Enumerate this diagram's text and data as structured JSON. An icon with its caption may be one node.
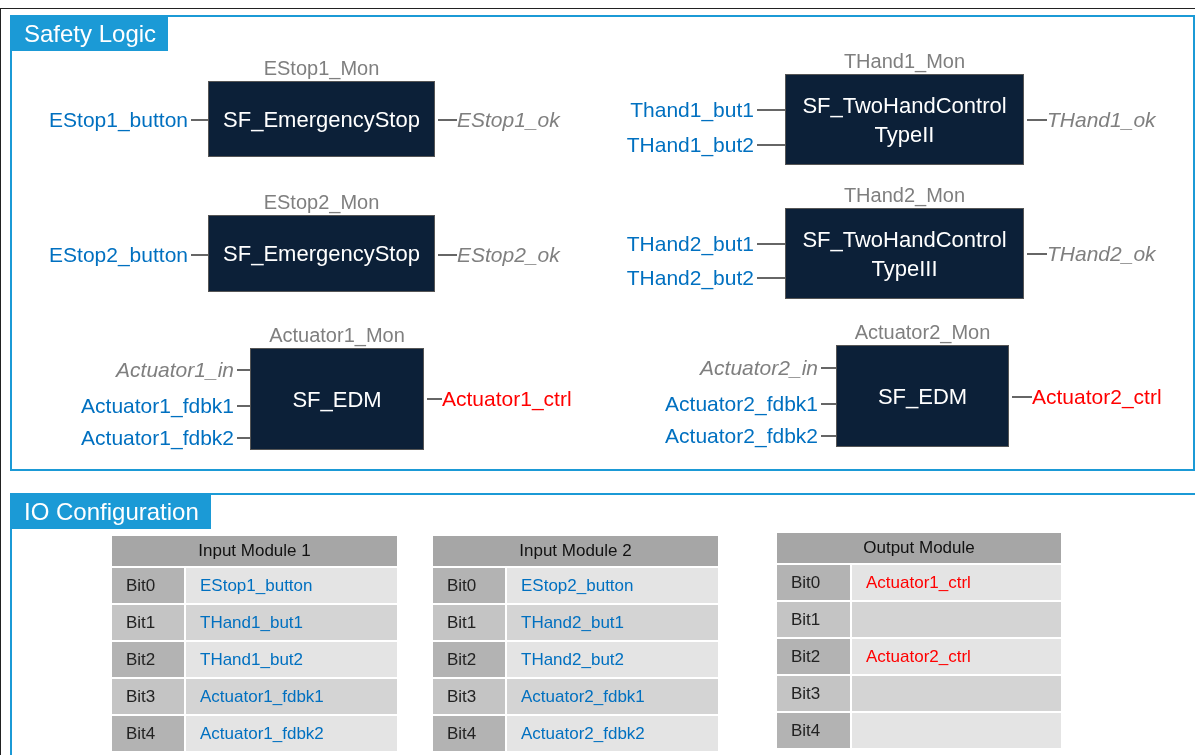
{
  "diagram": {
    "nodes": [
      {
        "text": [
          "Safety Logic"
        ]
      },
      {
        "text": [
          "EStop1_button"
        ],
        "in": 0
      },
      {
        "text": [
          "EStop1_Mon",
          "SF_EmergencyStop"
        ],
        "in": 0
      },
      {
        "text": [
          "EStop1_ok"
        ],
        "in": 0
      },
      {
        "text": [
          "Thand1_but1"
        ],
        "in": 0
      },
      {
        "text": [
          "THand1_but2"
        ],
        "in": 0
      },
      {
        "text": [
          "THand1_Mon",
          "SF_TwoHandControl TypeII"
        ],
        "in": 0
      },
      {
        "text": [
          "THand1_ok"
        ],
        "in": 0
      },
      {
        "text": [
          "EStop2_button"
        ],
        "in": 0
      },
      {
        "text": [
          "EStop2_Mon",
          "SF_EmergencyStop"
        ],
        "in": 0
      },
      {
        "text": [
          "EStop2_ok"
        ],
        "in": 0
      },
      {
        "text": [
          "THand2_but1"
        ],
        "in": 0
      },
      {
        "text": [
          "THand2_but2"
        ],
        "in": 0
      },
      {
        "text": [
          "THand2_Mon",
          "SF_TwoHandControl TypeIII"
        ],
        "in": 0
      },
      {
        "text": [
          "THand2_ok"
        ],
        "in": 0
      },
      {
        "text": [
          "Actuator1_in"
        ],
        "in": 0
      },
      {
        "text": [
          "Actuator1_fdbk1"
        ],
        "in": 0
      },
      {
        "text": [
          "Actuator1_fdbk2"
        ],
        "in": 0
      },
      {
        "text": [
          "Actuator1_Mon",
          "SF_EDM"
        ],
        "in": 0
      },
      {
        "text": [
          "Actuator1_ctrl"
        ],
        "in": 0
      },
      {
        "text": [
          "Actuator2_in"
        ],
        "in": 0
      },
      {
        "text": [
          "Actuator2_fdbk1"
        ],
        "in": 0
      },
      {
        "text": [
          "Actuator2_fdbk2"
        ],
        "in": 0
      },
      {
        "text": [
          "Actuator2_Mon",
          "SF_EDM"
        ],
        "in": 0
      },
      {
        "text": [
          "Actuator2_ctrl"
        ],
        "in": 0
      },
      {
        "text": [
          "IO Configuration"
        ]
      }
    ],
    "edges": [
      {
        "from": 1,
        "to": 2,
        "arrow": "none"
      },
      {
        "from": 2,
        "to": 3,
        "arrow": "none"
      },
      {
        "from": 4,
        "to": 6,
        "arrow": "none"
      },
      {
        "from": 5,
        "to": 6,
        "arrow": "none"
      },
      {
        "from": 6,
        "to": 7,
        "arrow": "none"
      },
      {
        "from": 8,
        "to": 9,
        "arrow": "none"
      },
      {
        "from": 9,
        "to": 10,
        "arrow": "none"
      },
      {
        "from": 11,
        "to": 13,
        "arrow": "none"
      },
      {
        "from": 12,
        "to": 13,
        "arrow": "none"
      },
      {
        "from": 13,
        "to": 14,
        "arrow": "none"
      },
      {
        "from": 15,
        "to": 18,
        "arrow": "none"
      },
      {
        "from": 16,
        "to": 18,
        "arrow": "none"
      },
      {
        "from": 17,
        "to": 18,
        "arrow": "none"
      },
      {
        "from": 18,
        "to": 19,
        "arrow": "none"
      },
      {
        "from": 20,
        "to": 23,
        "arrow": "none"
      },
      {
        "from": 21,
        "to": 23,
        "arrow": "none"
      },
      {
        "from": 22,
        "to": 23,
        "arrow": "none"
      },
      {
        "from": 23,
        "to": 24,
        "arrow": "none"
      }
    ],
    "labels": [
      "Input Module 1",
      "Bit0",
      "EStop1_button",
      "Bit1",
      "THand1_but1",
      "Bit2",
      "THand1_but2",
      "Bit3",
      "Actuator1_fdbk1",
      "Bit4",
      "Actuator1_fdbk2",
      "Input Module 2",
      "Bit0",
      "EStop2_button",
      "Bit1",
      "THand2_but1",
      "Bit2",
      "THand2_but2",
      "Bit3",
      "Actuator2_fdbk1",
      "Bit4",
      "Actuator2_fdbk2",
      "Output Module",
      "Bit0",
      "Actuator1_ctrl",
      "Bit1",
      "Bit2",
      "Actuator2_ctrl",
      "Bit3",
      "Bit4"
    ]
  }
}
